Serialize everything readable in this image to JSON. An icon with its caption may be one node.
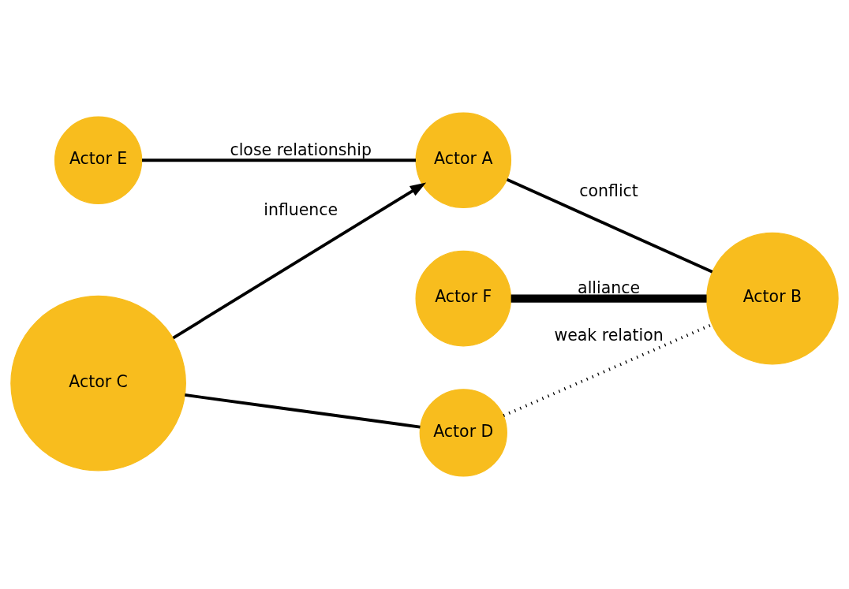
{
  "diagram": {
    "nodes": [
      {
        "text": [
          "Actor E"
        ]
      },
      {
        "text": [
          "Actor F"
        ]
      },
      {
        "text": [
          "Actor A"
        ]
      },
      {
        "text": [
          "Actor B"
        ]
      },
      {
        "text": [
          "Actor C"
        ]
      },
      {
        "text": [
          "Actor D"
        ]
      }
    ],
    "edges": [
      {
        "from": 0,
        "to": 2,
        "arrow": "none",
        "label": "close relationship"
      },
      {
        "from": 2,
        "to": 3,
        "arrow": "none",
        "label": "conflict"
      },
      {
        "from": 1,
        "to": 3,
        "arrow": "none",
        "label": "alliance",
        "style": "thick"
      },
      {
        "from": 4,
        "to": 2,
        "arrow": "to",
        "label": "influence"
      },
      {
        "from": 4,
        "to": 5,
        "arrow": "none"
      },
      {
        "from": 5,
        "to": 3,
        "arrow": "none",
        "label": "weak relation",
        "style": "dashed"
      }
    ]
  }
}
